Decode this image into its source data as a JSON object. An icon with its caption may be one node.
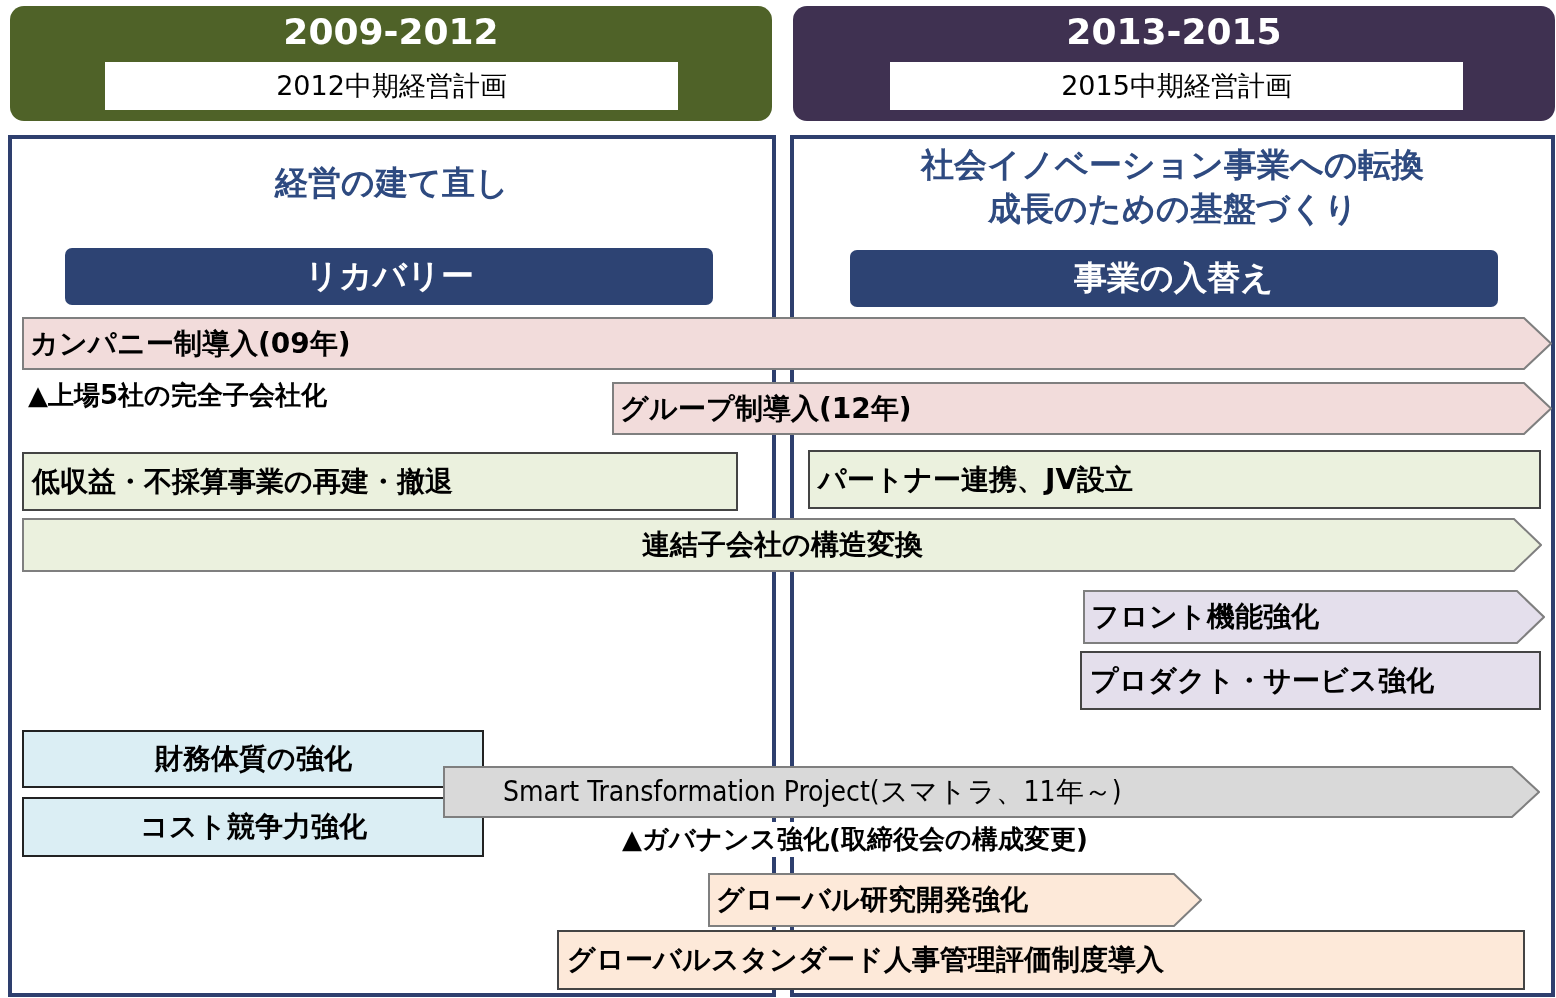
{
  "diagram": {
    "nodes": [
      {
        "text": [
          "2009-2012"
        ]
      },
      {
        "text": [
          "2012中期経営計画"
        ],
        "in": 0
      },
      {
        "text": [
          "2013-2015"
        ]
      },
      {
        "text": [
          "2015中期経営計画"
        ],
        "in": 2
      },
      {
        "text": [
          "経営の建て直し"
        ]
      },
      {
        "text": [
          "社会イノベーション事業への転換",
          "成長のための基盤づくり"
        ]
      },
      {
        "text": [
          "リカバリー"
        ],
        "in": 4
      },
      {
        "text": [
          "事業の入替え"
        ],
        "in": 5
      },
      {
        "text": [
          "カンパニー制導入(09年)"
        ]
      },
      {
        "text": [
          "グループ制導入(12年)"
        ]
      },
      {
        "text": [
          "低収益・不採算事業の再建・撤退"
        ],
        "in": 4
      },
      {
        "text": [
          "パートナー連携、JV設立"
        ],
        "in": 5
      },
      {
        "text": [
          "連結子会社の構造変換"
        ]
      },
      {
        "text": [
          "フロント機能強化"
        ],
        "in": 5
      },
      {
        "text": [
          "プロダクト・サービス強化"
        ],
        "in": 5
      },
      {
        "text": [
          "財務体質の強化"
        ],
        "in": 4
      },
      {
        "text": [
          "コスト競争力強化"
        ],
        "in": 4
      },
      {
        "text": [
          "Smart Transformation Project(スマトラ、11年～)"
        ]
      },
      {
        "text": [
          "グローバル研究開発強化"
        ]
      },
      {
        "text": [
          "グローバルスタンダード人事管理評価制度導入"
        ]
      }
    ],
    "labels": [
      "▲上場5社の完全子会社化",
      "▲ガバナンス強化(取締役会の構成変更)"
    ]
  }
}
